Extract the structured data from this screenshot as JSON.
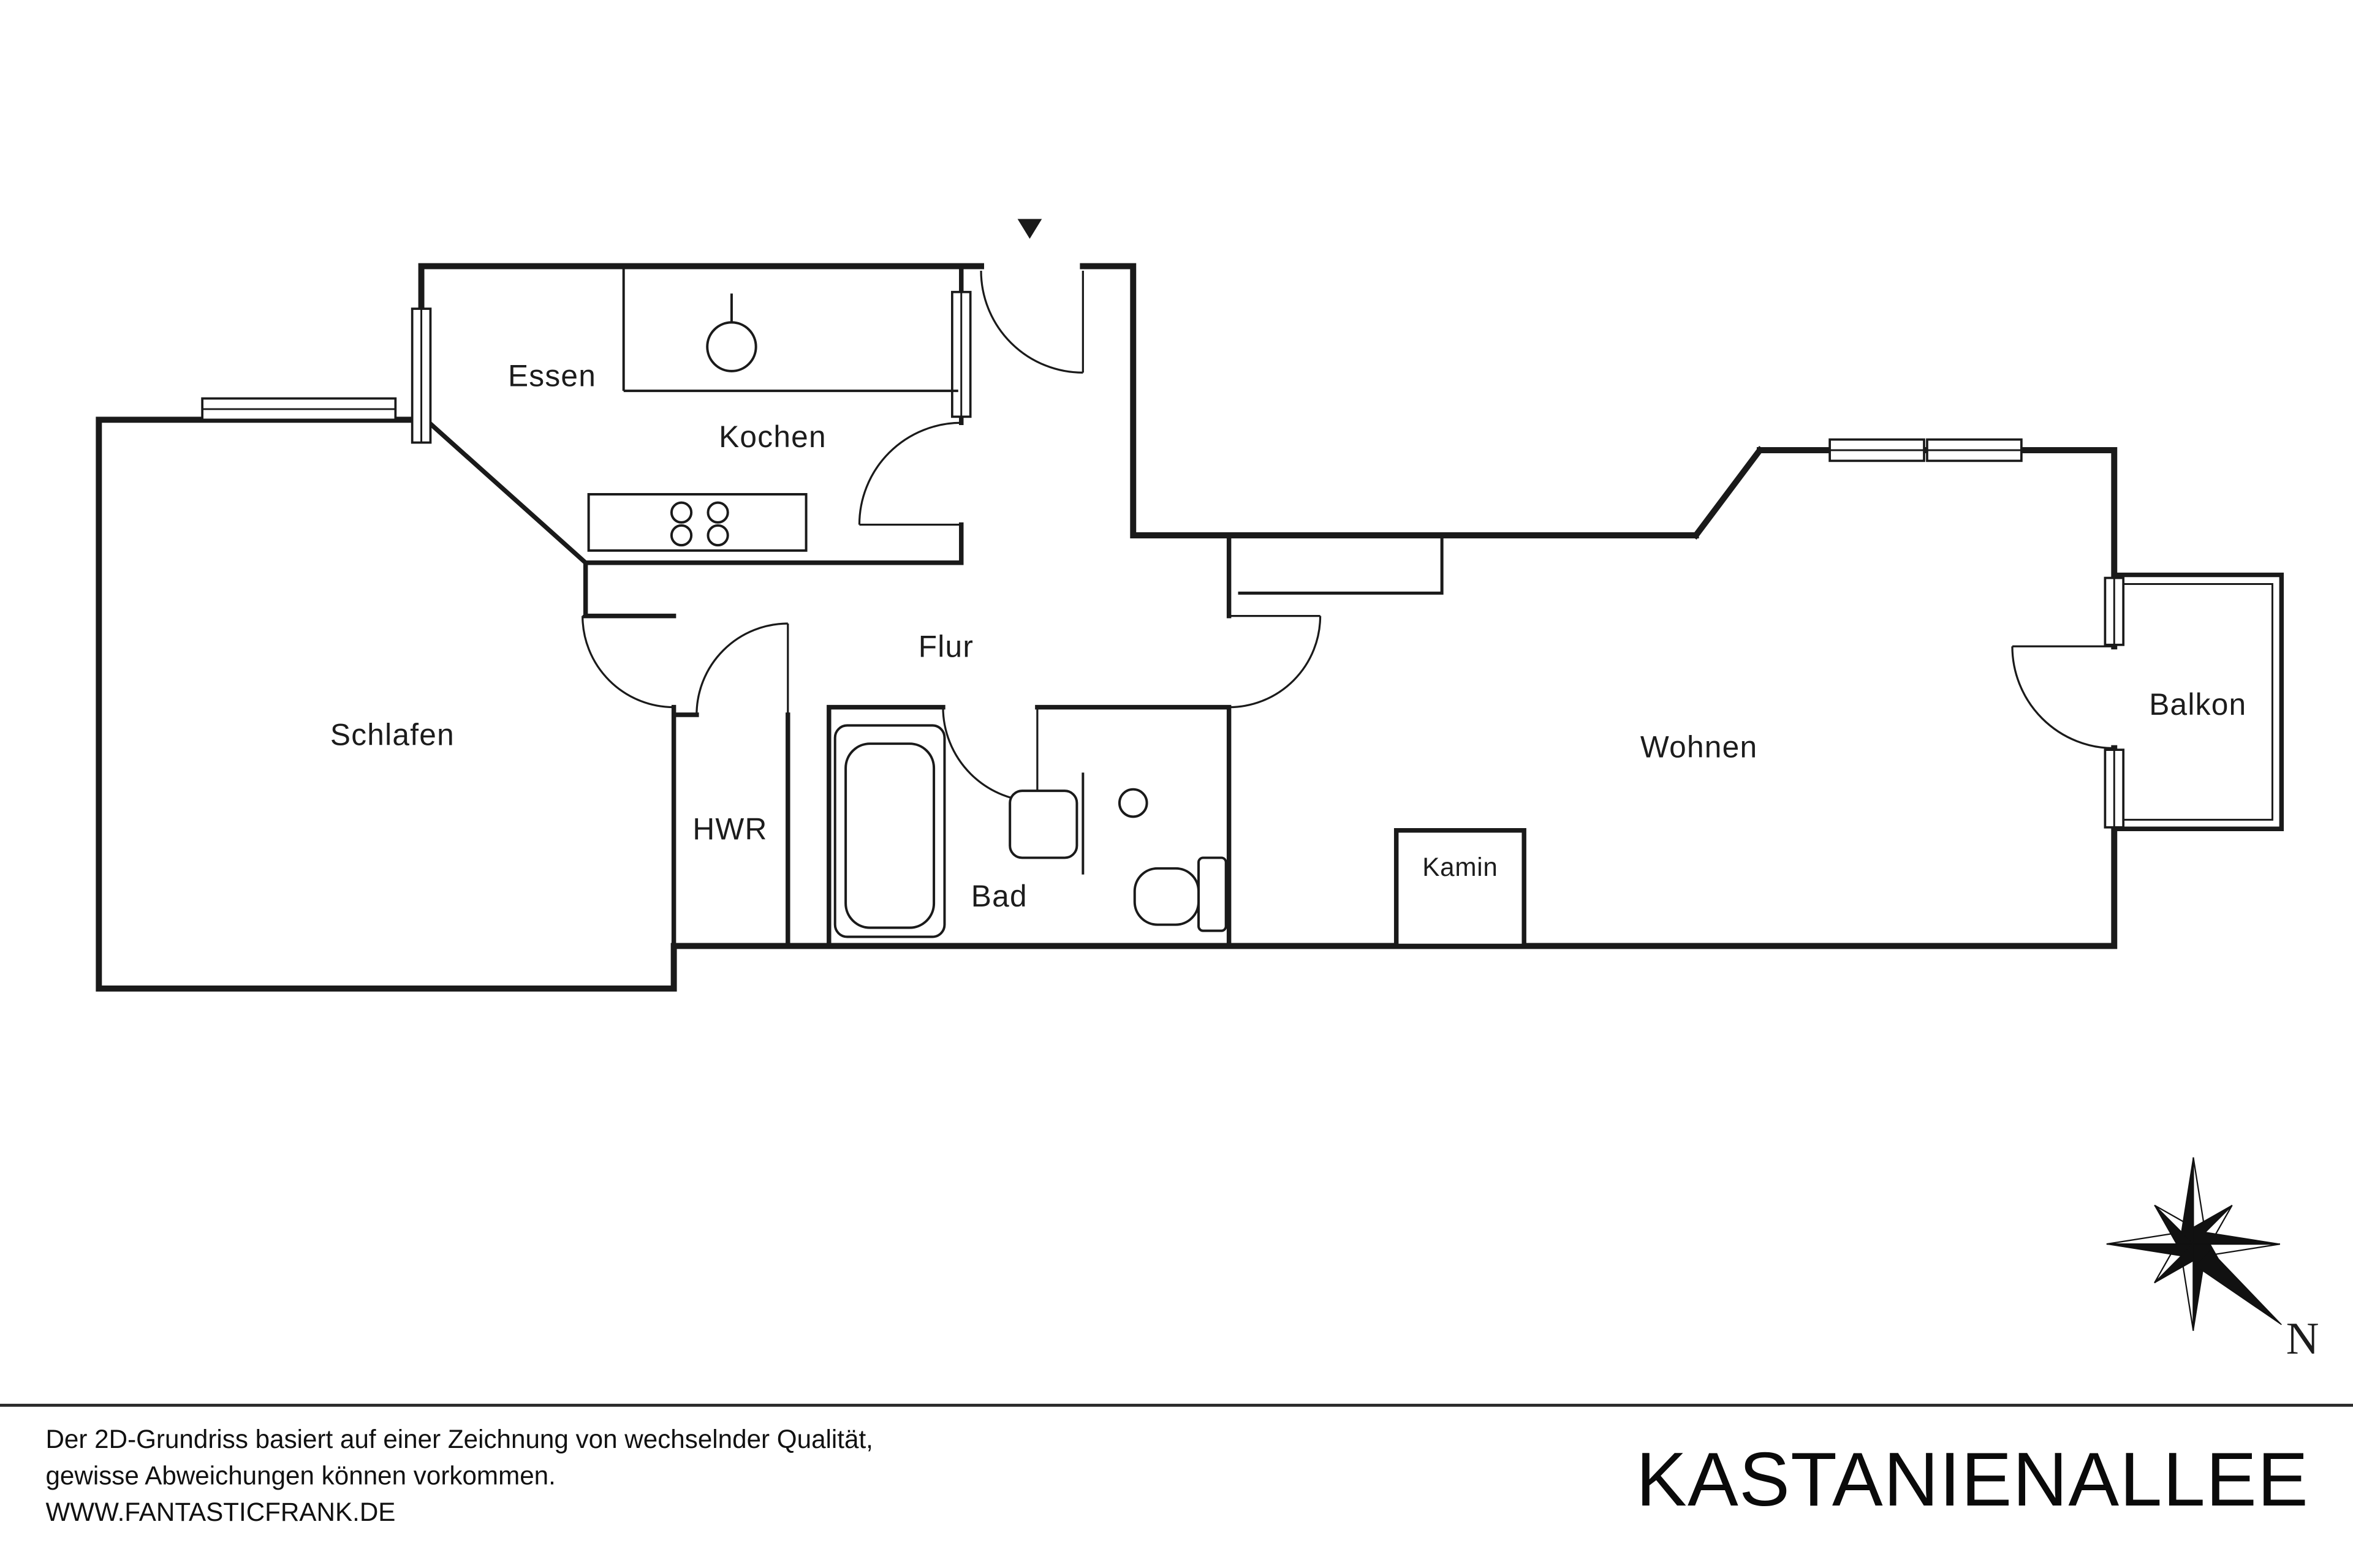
{
  "floorplan": {
    "rooms": [
      {
        "id": "essen",
        "label": "Essen"
      },
      {
        "id": "kochen",
        "label": "Kochen"
      },
      {
        "id": "flur",
        "label": "Flur"
      },
      {
        "id": "schlafen",
        "label": "Schlafen"
      },
      {
        "id": "hwr",
        "label": "HWR"
      },
      {
        "id": "bad",
        "label": "Bad"
      },
      {
        "id": "wohnen",
        "label": "Wohnen"
      },
      {
        "id": "kamin",
        "label": "Kamin"
      },
      {
        "id": "balkon",
        "label": "Balkon"
      }
    ],
    "compass": {
      "north_label": "N"
    }
  },
  "footer": {
    "disclaimer_line1": "Der 2D-Grundriss basiert auf einer Zeichnung von wechselnder Qualität,",
    "disclaimer_line2": "gewisse Abweichungen können vorkommen.",
    "website": "WWW.FANTASTICFRANK.DE",
    "project_title": "KASTANIENALLEE"
  },
  "colors": {
    "wall": "#1a1a1a",
    "text": "#1c1c1c",
    "background": "#ffffff"
  }
}
